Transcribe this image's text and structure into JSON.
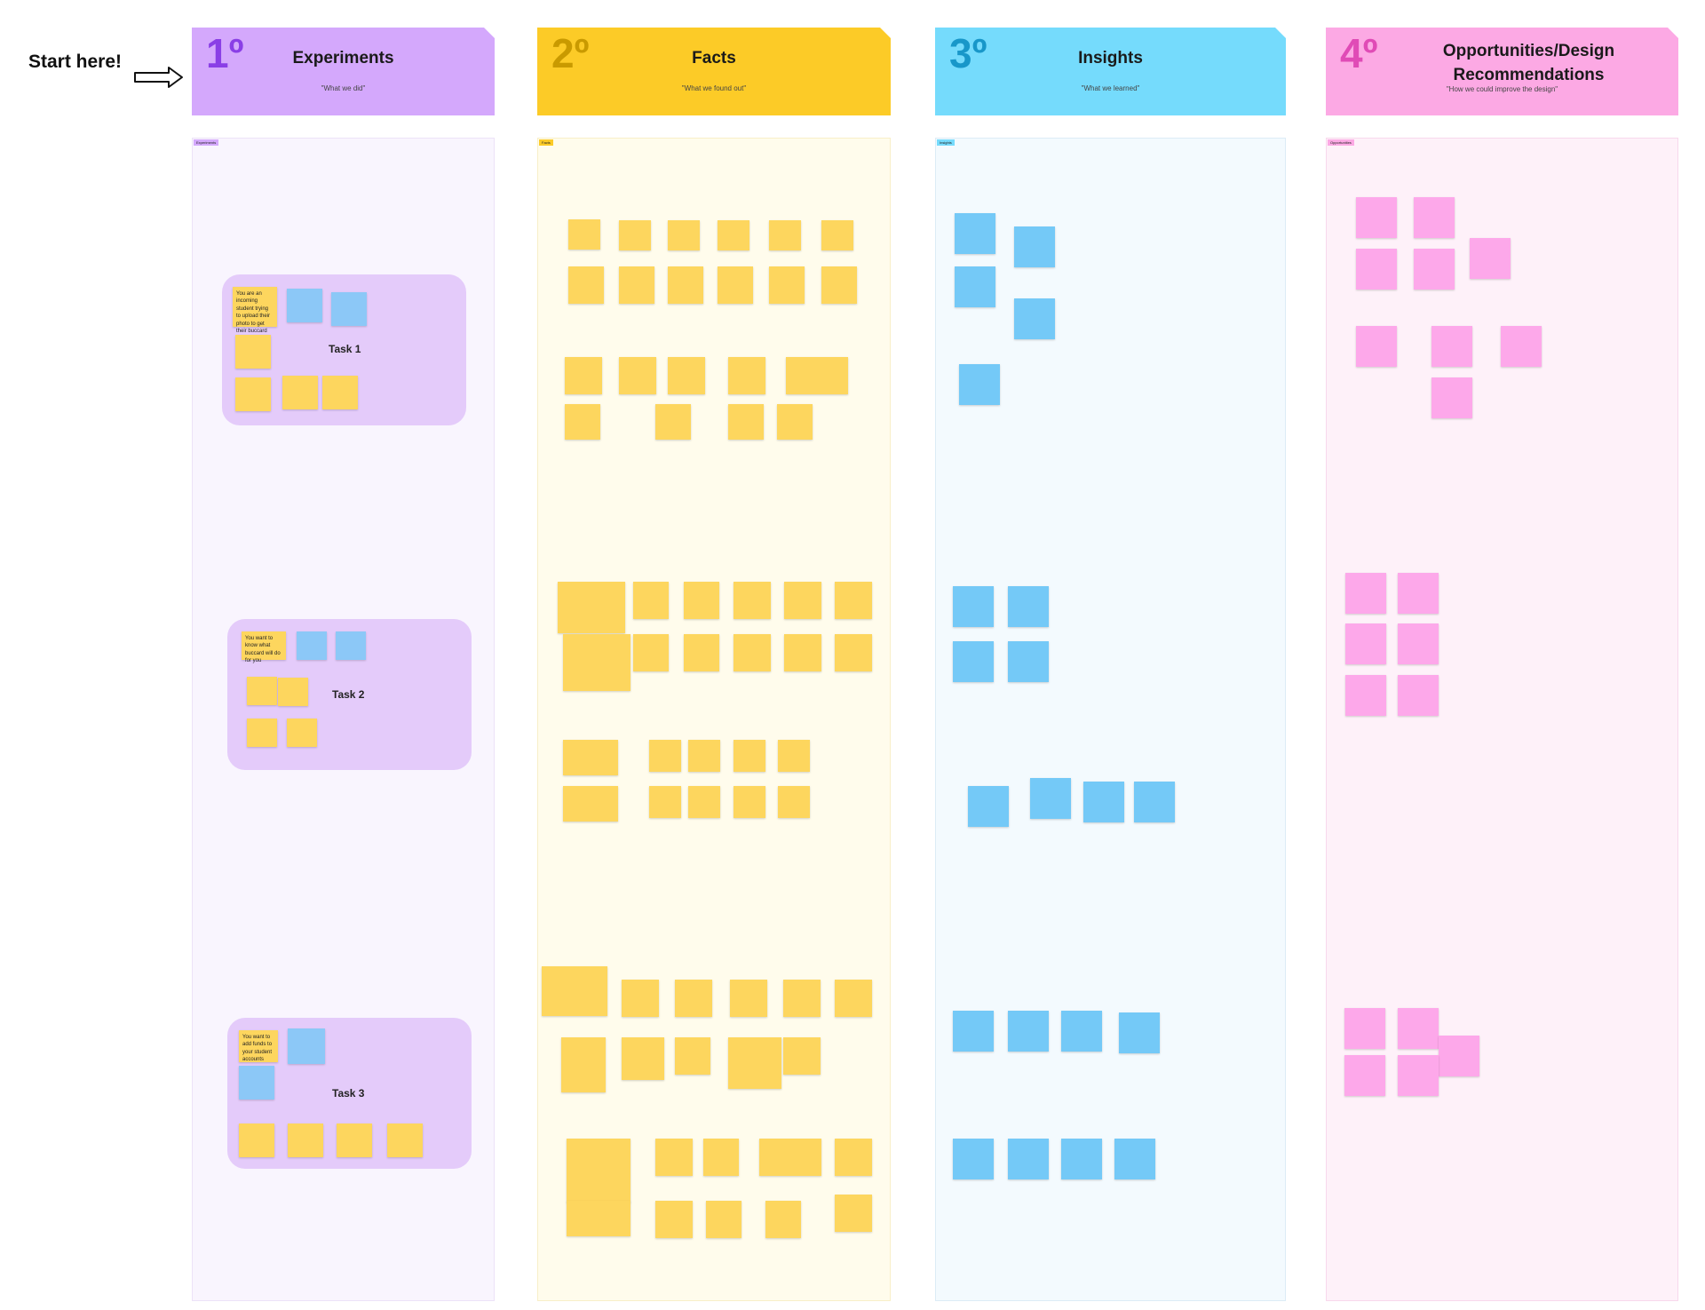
{
  "start": {
    "label": "Start here!"
  },
  "columns": [
    {
      "num": "1º",
      "title": "Experiments",
      "subtitle": "\"What we did\"",
      "tag": "Experiments"
    },
    {
      "num": "2º",
      "title": "Facts",
      "subtitle": "\"What we found out\"",
      "tag": "Facts"
    },
    {
      "num": "3º",
      "title": "Insights",
      "subtitle": "\"What we learned\"",
      "tag": "Insights"
    },
    {
      "num": "4º",
      "title": "Opportunities/Design Recommendations",
      "subtitle": "\"How we could improve the design\"",
      "tag": "Opportunities"
    }
  ],
  "tasks": [
    {
      "label": "Task 1",
      "prompt": "You are an incoming student trying to upload their photo to get their buccard"
    },
    {
      "label": "Task 2",
      "prompt": "You want to know what buccard will do for you"
    },
    {
      "label": "Task 3",
      "prompt": "You want to add funds to your student accounts"
    }
  ],
  "colors": {
    "purple": "#d4a8fc",
    "yellow": "#fccb27",
    "cyan": "#75dbfc",
    "pink": "#fca9e4",
    "yellow_sticky": "#fdd65e",
    "blue_sticky": "#74c9f7",
    "pink_sticky": "#fda8ea"
  },
  "icons": [
    "right-arrow-icon",
    "page-fold-icon"
  ]
}
